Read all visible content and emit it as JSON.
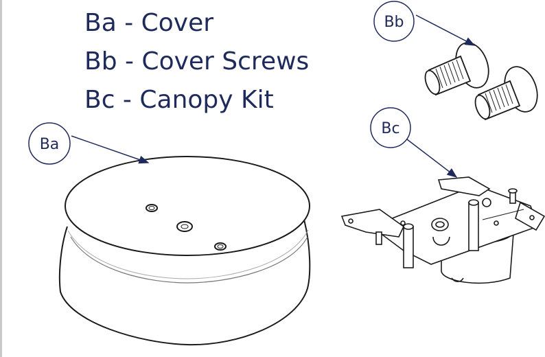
{
  "parts": [
    {
      "code": "Ba",
      "label": "Ba - Cover"
    },
    {
      "code": "Bb",
      "label": "Bb - Cover Screws"
    },
    {
      "code": "Bc",
      "label": "Bc - Canopy Kit"
    }
  ],
  "callouts": {
    "ba": "Ba",
    "bb": "Bb",
    "bc": "Bc"
  },
  "colors": {
    "text": "#1f2a5c",
    "line": "#1a1a1a",
    "callout_circle": "#1f2a5c",
    "leader": "#1f2a5c"
  }
}
